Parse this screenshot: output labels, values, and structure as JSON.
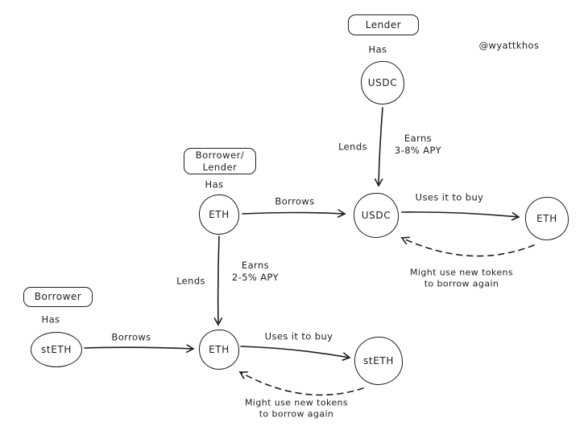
{
  "attribution": "@wyattkhos",
  "boxes": {
    "lender": "Lender",
    "borrower_lender_line1": "Borrower/",
    "borrower_lender_line2": "Lender",
    "borrower": "Borrower"
  },
  "nodes": {
    "usdc_top": "USDC",
    "eth_mid": "ETH",
    "usdc_mid": "USDC",
    "eth_right": "ETH",
    "steth_left": "stETH",
    "eth_bottom": "ETH",
    "steth_right": "stETH"
  },
  "labels": {
    "has_lender": "Has",
    "has_borrower_lender": "Has",
    "has_borrower": "Has",
    "lends_top": "Lends",
    "earns_top_line1": "Earns",
    "earns_top_line2": "3-8% APY",
    "borrows_top": "Borrows",
    "uses_top": "Uses it to buy",
    "might_top_line1": "Might use new tokens",
    "might_top_line2": "to borrow again",
    "lends_mid": "Lends",
    "earns_mid_line1": "Earns",
    "earns_mid_line2": "2-5% APY",
    "borrows_bottom": "Borrows",
    "uses_bottom": "Uses it to buy",
    "might_bottom_line1": "Might use new tokens",
    "might_bottom_line2": "to borrow again"
  }
}
